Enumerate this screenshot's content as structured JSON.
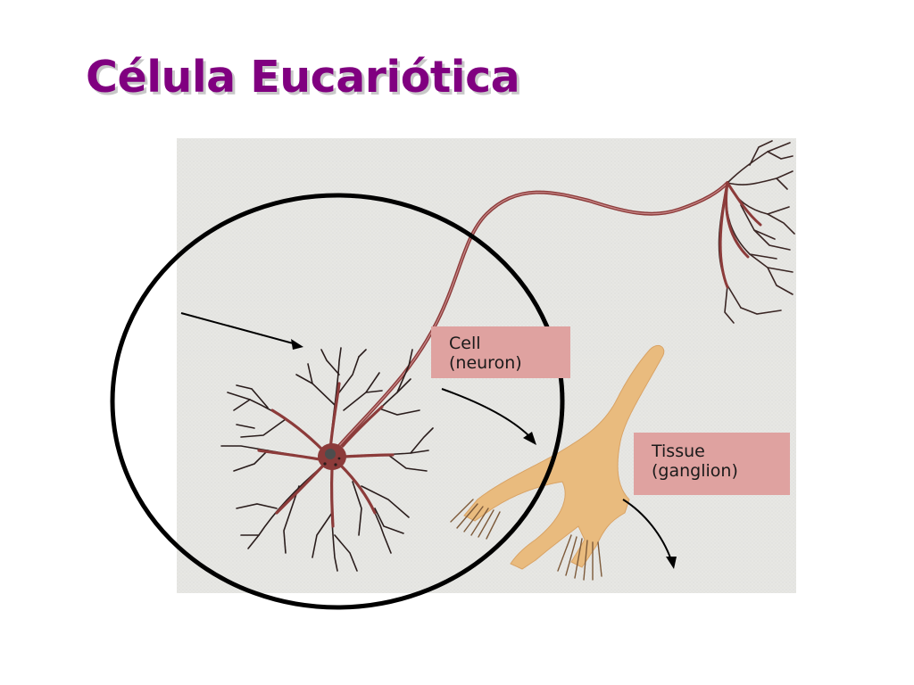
{
  "slide": {
    "title": "Célula Eucariótica"
  },
  "figure": {
    "cell_label": {
      "line1": "Cell",
      "line2": "(neuron)"
    },
    "tissue_label": {
      "line1": "Tissue",
      "line2": "(ganglion)"
    },
    "colors": {
      "title": "#800080",
      "background_panel": "#e6e6e3",
      "neuron": "#8c3b3a",
      "dendrite": "#2a1d1c",
      "tissue": "#e9bb7e",
      "label_box": "#dfa2a0",
      "circle": "#000000"
    }
  }
}
